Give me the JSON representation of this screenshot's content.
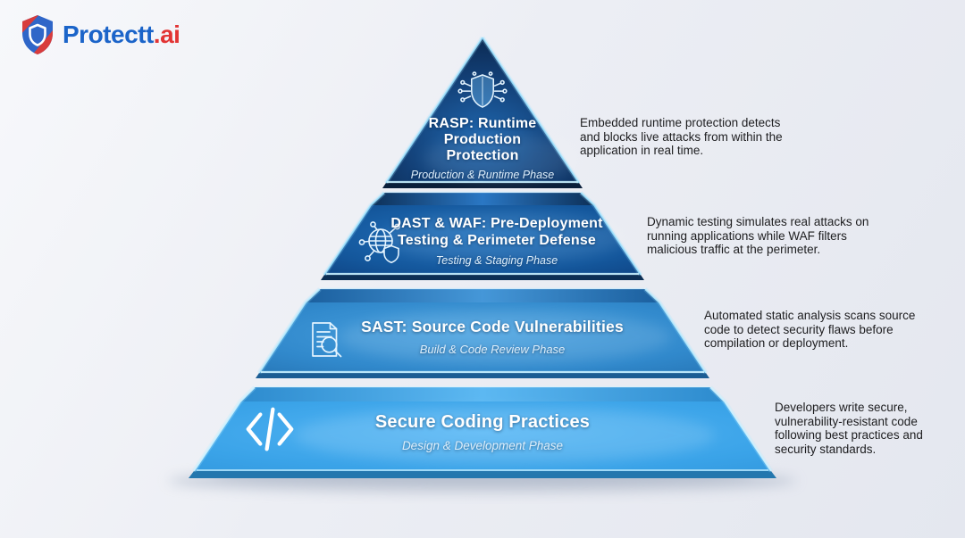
{
  "background": "#eceef4",
  "logo": {
    "icon": "brand-shield-icon",
    "brand": "Protectt",
    "suffix": ".ai",
    "brand_color": "#1b64c9",
    "suffix_color": "#e23434"
  },
  "pyramid": {
    "tiers": [
      {
        "name": "RASP",
        "icon": "circuit-shield-icon",
        "title_lines": [
          "RASP: Runtime",
          "Production",
          "Protection"
        ],
        "phase": "Production & Runtime Phase",
        "annotation": "Embedded runtime protection detects and blocks live attacks from within the application in real time.",
        "color_main": "#123e74",
        "color_light": "#2068b0"
      },
      {
        "name": "DAST & WAF",
        "icon": "network-globe-shield-icon",
        "title_lines": [
          "DAST & WAF: Pre-Deployment",
          "Testing & Perimeter Defense"
        ],
        "phase": "Testing & Staging Phase",
        "annotation": "Dynamic testing simulates real attacks on running applications while WAF filters malicious traffic at the perimeter.",
        "color_main": "#14579c",
        "color_light": "#2273be"
      },
      {
        "name": "SAST",
        "icon": "document-scan-icon",
        "title_lines": [
          "SAST: Source Code Vulnerabilities"
        ],
        "phase": "Build & Code Review Phase",
        "annotation": "Automated static analysis scans source code to detect security flaws before compilation or deployment.",
        "color_main": "#3189cc",
        "color_light": "#4ba3e1"
      },
      {
        "name": "Secure Coding",
        "icon": "code-brackets-icon",
        "title_lines": [
          "Secure Coding Practices"
        ],
        "phase": "Design & Development Phase",
        "annotation": "Developers write secure, vulnerability-resistant code following best practices and security standards.",
        "color_main": "#3aa3e8",
        "color_light": "#55b6f5"
      }
    ]
  }
}
